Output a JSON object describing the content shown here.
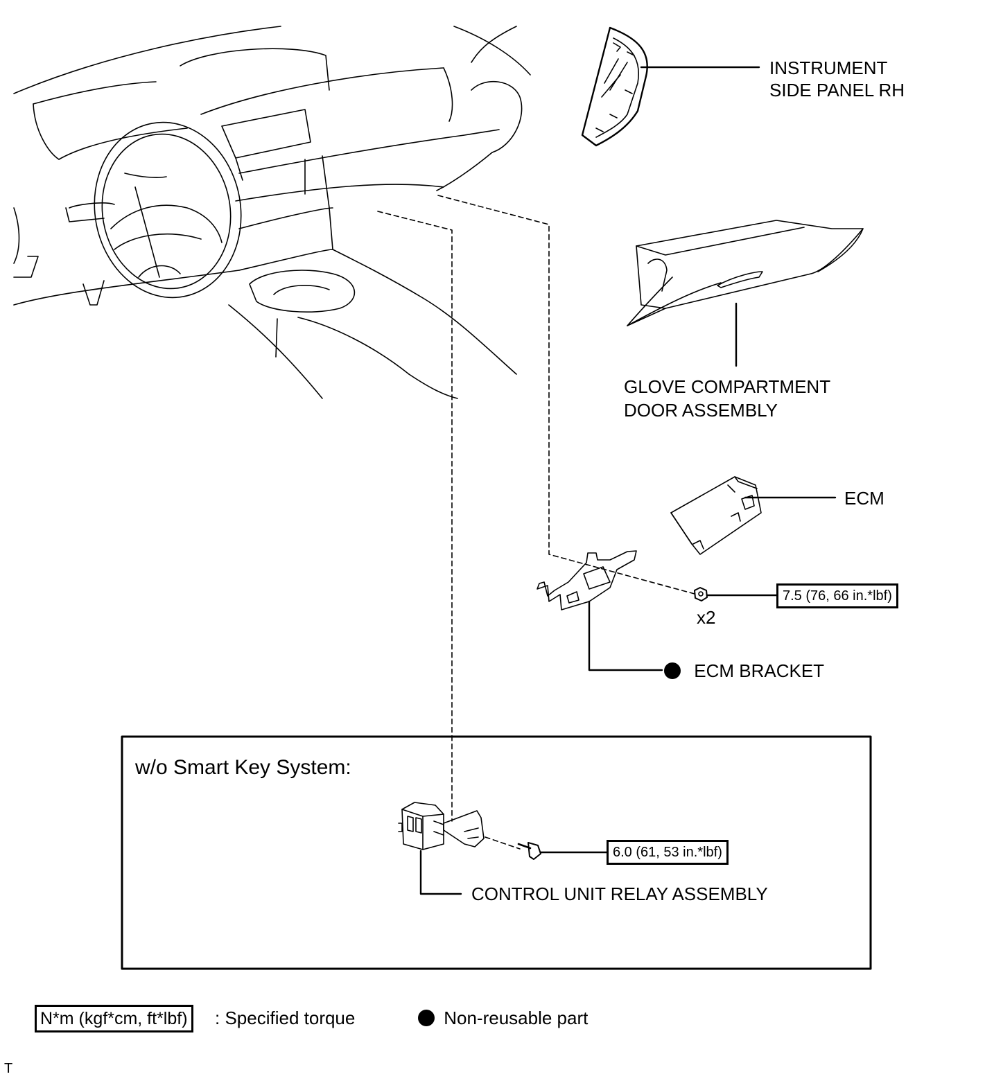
{
  "parts": {
    "side_panel_line1": "INSTRUMENT",
    "side_panel_line2": "SIDE PANEL RH",
    "glove_line1": "GLOVE COMPARTMENT",
    "glove_line2": "DOOR ASSEMBLY",
    "ecm": "ECM",
    "ecm_bracket": "ECM BRACKET",
    "control_unit_relay": "CONTROL UNIT RELAY ASSEMBLY",
    "qty_nut": "x2"
  },
  "torques": {
    "ecm_bracket_nut": "7.5 (76, 66 in.*lbf)",
    "relay_bolt": "6.0 (61, 53 in.*lbf)"
  },
  "inset": {
    "title": "w/o Smart Key System:"
  },
  "legend": {
    "torque_units": "N*m (kgf*cm, ft*lbf)",
    "torque_desc": ": Specified torque",
    "nonreusable_desc": "Non-reusable part"
  },
  "corner_mark": "T"
}
